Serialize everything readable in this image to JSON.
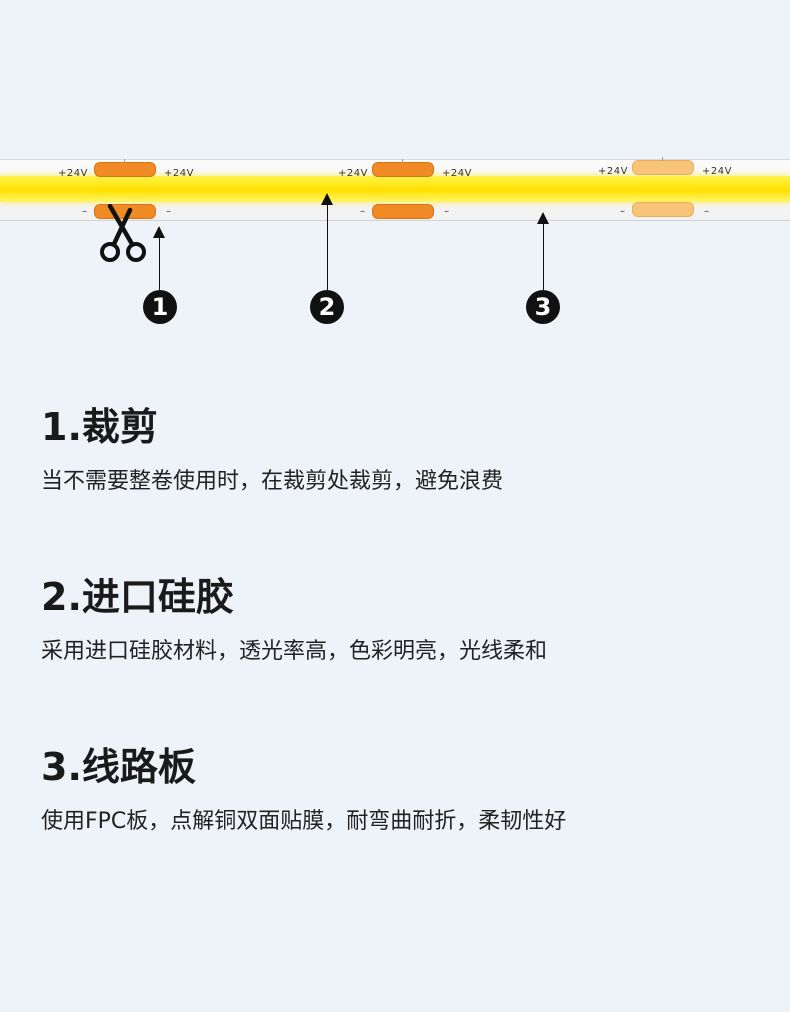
{
  "strip": {
    "segments": [
      {
        "plus_left": "+24V",
        "plus_right": "+24V",
        "minus_left": "–",
        "minus_right": "–"
      },
      {
        "plus_left": "+24V",
        "plus_right": "+24V",
        "minus_left": "–",
        "minus_right": "–"
      },
      {
        "plus_left": "+24V",
        "plus_right": "+24V",
        "minus_left": "–",
        "minus_right": "–"
      }
    ],
    "colors": {
      "light": "#ffe600",
      "pad": "#f08a24",
      "pad_faded": "#f7c47a"
    }
  },
  "callouts": [
    {
      "number": "1"
    },
    {
      "number": "2"
    },
    {
      "number": "3"
    }
  ],
  "sections": [
    {
      "title": "1.裁剪",
      "desc": "当不需要整卷使用时，在裁剪处裁剪，避免浪费"
    },
    {
      "title": "2.进口硅胶",
      "desc": "采用进口硅胶材料，透光率高，色彩明亮，光线柔和"
    },
    {
      "title": "3.线路板",
      "desc": "使用FPC板，点解铜双面贴膜，耐弯曲耐折，柔韧性好"
    }
  ],
  "icons": {
    "cut": "scissors-icon"
  }
}
